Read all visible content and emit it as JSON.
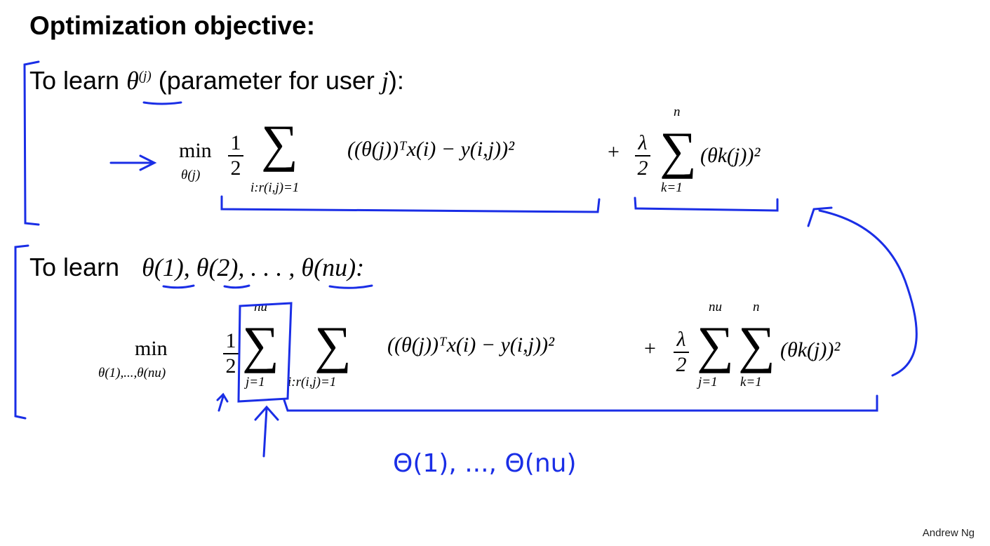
{
  "title": "Optimization objective:",
  "section1": {
    "label": "To learn",
    "theta": "θ",
    "theta_sup": "(j)",
    "rest": "(parameter for user",
    "var": "j",
    "close": "):",
    "formula": {
      "min": "min",
      "min_sub": "θ(j)",
      "half_num": "1",
      "half_den": "2",
      "sum": "∑",
      "sum_sub": "i:r(i,j)=1",
      "term": "((θ(j))ᵀx(i) − y(i,j))²",
      "plus": "+",
      "lambda": "λ",
      "lambda_den": "2",
      "sum2_sup": "n",
      "sum2_sub": "k=1",
      "reg": "(θk(j))²"
    }
  },
  "section2": {
    "label": "To learn",
    "thetas": "θ(1), θ(2), . . . , θ(nu):",
    "formula": {
      "min": "min",
      "min_sub": "θ(1),...,θ(nu)",
      "half_num": "1",
      "half_den": "2",
      "sum_j_sup": "nu",
      "sum_j_sub": "j=1",
      "sum_i_sub": "i:r(i,j)=1",
      "term": "((θ(j))ᵀx(i) − y(i,j))²",
      "plus": "+",
      "lambda": "λ",
      "lambda_den": "2",
      "sum3_sup": "nu",
      "sum3_sub": "j=1",
      "sum4_sup": "n",
      "sum4_sub": "k=1",
      "reg": "(θk(j))²"
    }
  },
  "annotation": "Θ(1), ..., Θ(nu)",
  "credit": "Andrew Ng",
  "colors": {
    "ink": "#1a2ee6"
  }
}
